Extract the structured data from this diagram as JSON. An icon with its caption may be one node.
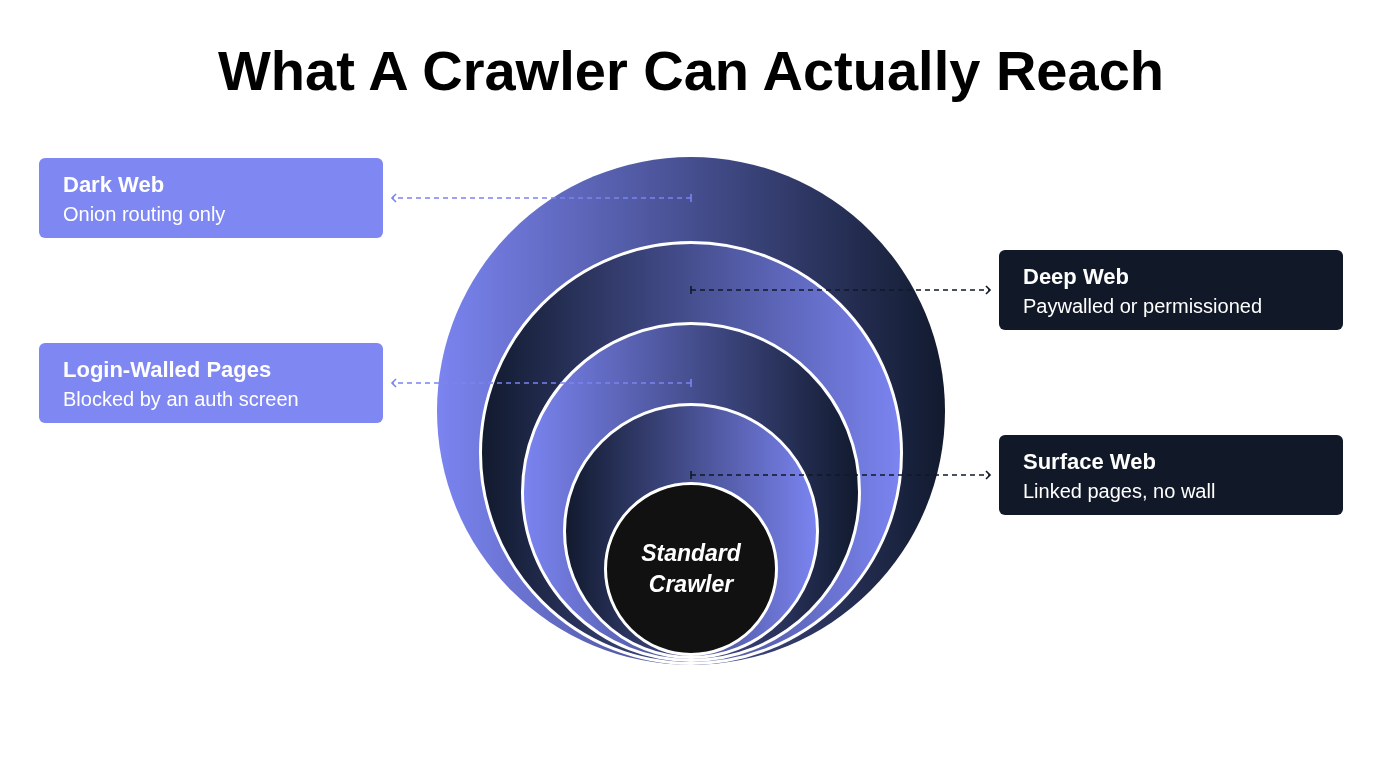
{
  "diagram": {
    "title": "What A Crawler Can Actually Reach",
    "nodes": [
      {
        "text": [
          "Dark Web",
          "Onion routing only"
        ]
      },
      {
        "text": [],
        "shape": "circle"
      },
      {
        "text": [],
        "shape": "circle",
        "in": 1
      },
      {
        "text": [],
        "shape": "circle",
        "in": 2
      },
      {
        "text": [],
        "shape": "circle",
        "in": 3
      },
      {
        "text": [
          "Standard Crawler"
        ],
        "in": 4
      },
      {
        "text": [
          "Deep Web",
          "Paywalled or permissioned"
        ]
      },
      {
        "text": [
          "Login-Walled Pages",
          "Blocked by an auth screen"
        ]
      },
      {
        "text": [
          "Surface Web",
          "Linked pages, no wall"
        ]
      }
    ],
    "edges": [
      {
        "from": 1,
        "to": 0,
        "arrow": "to",
        "style": "dashed",
        "color": "#7b84f0"
      },
      {
        "from": 2,
        "to": 6,
        "arrow": "to",
        "style": "dashed",
        "color": "#111827"
      },
      {
        "from": 3,
        "to": 7,
        "arrow": "to",
        "style": "dashed",
        "color": "#7b84f0"
      },
      {
        "from": 4,
        "to": 8,
        "arrow": "to",
        "style": "dashed",
        "color": "#111827"
      }
    ]
  }
}
